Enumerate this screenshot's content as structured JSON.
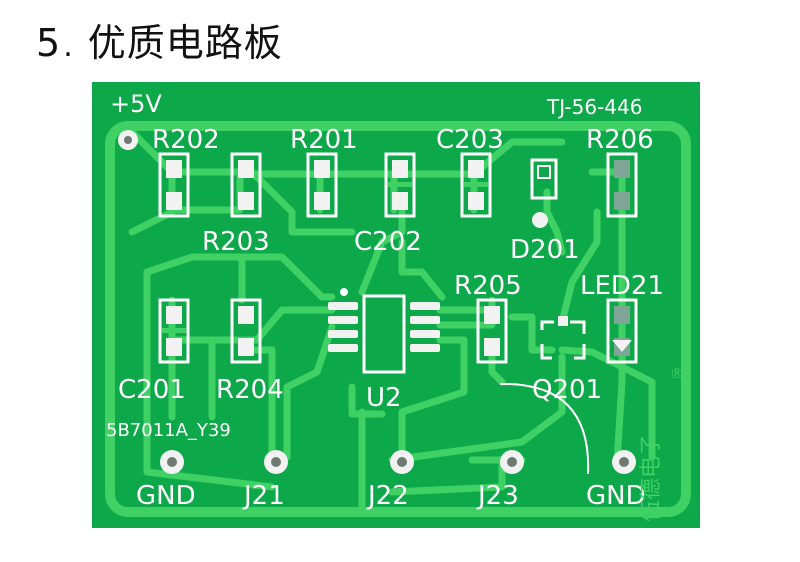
{
  "heading": {
    "number": "5",
    "dot": ".",
    "title": "优质电路板"
  },
  "colors": {
    "board": "#0da84a",
    "trace": "#3fd164",
    "silkscreen": "#ffffff",
    "pad": "#f2f2f2",
    "via_hole": "#6f7a72"
  },
  "board": {
    "labels": {
      "power": "+5V",
      "board_id": "TJ-56-446",
      "part_code": "5B7011A_Y39",
      "brand": "伍德电子",
      "registered": "®"
    },
    "components": {
      "r202": "R202",
      "r201": "R201",
      "c203": "C203",
      "r206": "R206",
      "r203": "R203",
      "c202": "C202",
      "d201": "D201",
      "r205": "R205",
      "led21": "LED21",
      "c201": "C201",
      "r204": "R204",
      "u2": "U2",
      "q201": "Q201"
    },
    "connectors": {
      "gnd_left": "GND",
      "j21": "J21",
      "j22": "J22",
      "j23": "J23",
      "gnd_right": "GND"
    }
  }
}
